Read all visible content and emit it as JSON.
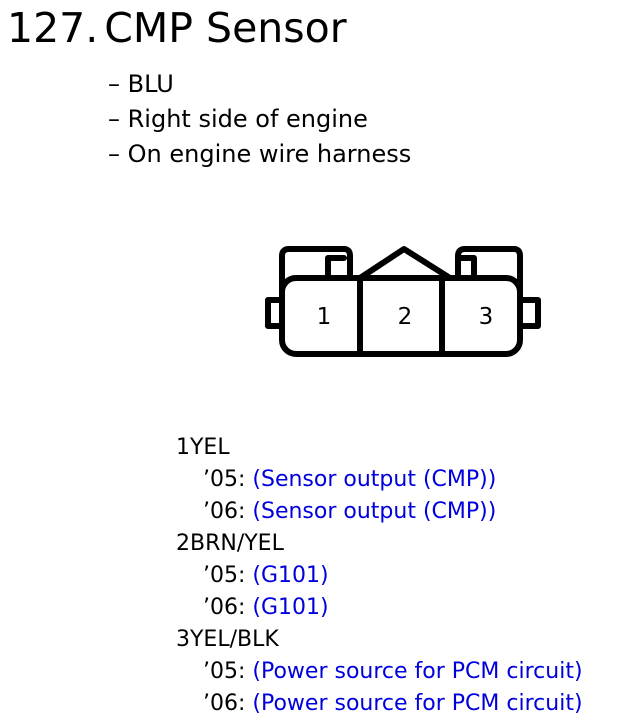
{
  "title": {
    "number": "127.",
    "text": "CMP Sensor"
  },
  "details": [
    "– BLU",
    "– Right side of engine",
    "– On engine wire harness"
  ],
  "connector": {
    "pin_labels": [
      "1",
      "2",
      "3"
    ]
  },
  "pins": [
    {
      "label": "1YEL",
      "entries": [
        {
          "year": "’05:",
          "desc": "(Sensor output (CMP))"
        },
        {
          "year": "’06:",
          "desc": "(Sensor output (CMP))"
        }
      ]
    },
    {
      "label": "2BRN/YEL",
      "entries": [
        {
          "year": "’05:",
          "desc": "(G101)"
        },
        {
          "year": "’06:",
          "desc": "(G101)"
        }
      ]
    },
    {
      "label": "3YEL/BLK",
      "entries": [
        {
          "year": "’05:",
          "desc": "(Power source for PCM circuit)"
        },
        {
          "year": "’06:",
          "desc": "(Power source for PCM circuit)"
        }
      ]
    }
  ],
  "colors": {
    "text": "#000000",
    "description": "#0000dd"
  }
}
